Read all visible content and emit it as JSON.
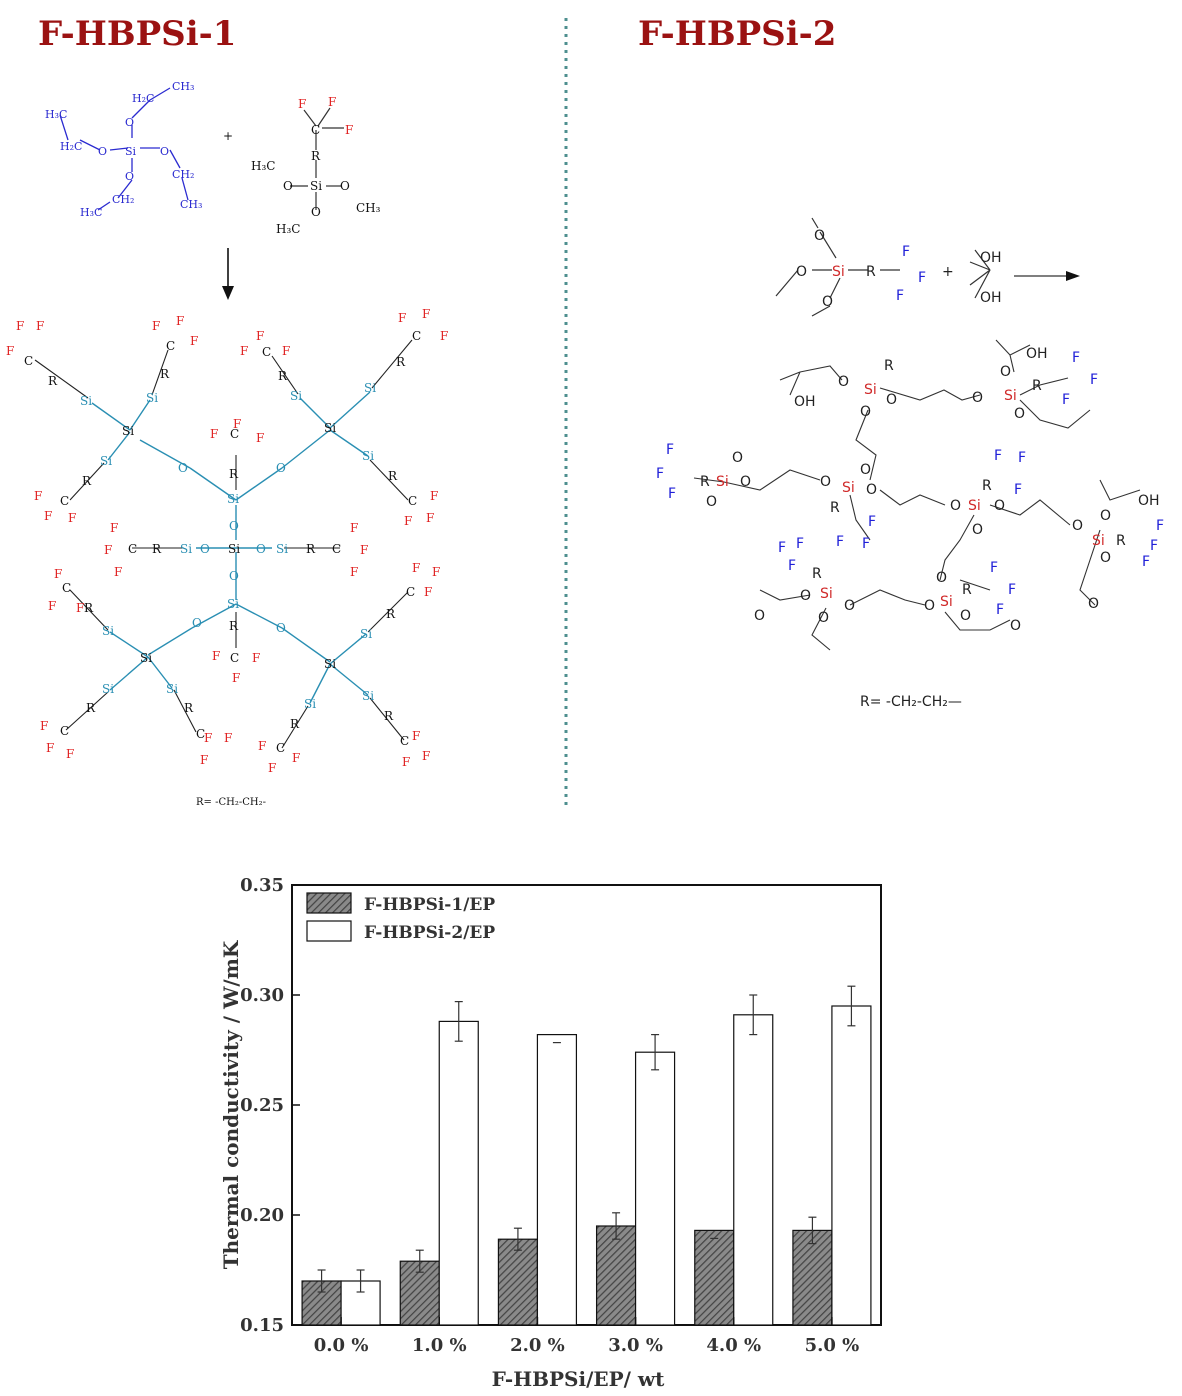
{
  "scheme": {
    "left_title": "F-HBPSi-1",
    "right_title": "F-HBPSi-2",
    "left_r_def": "R= -CH₂-CH₂-",
    "right_r_def": "R= -CH₂-CH₂—"
  },
  "chart_data": {
    "type": "bar",
    "categories": [
      "0.0 %",
      "1.0 %",
      "2.0 %",
      "3.0 %",
      "4.0 %",
      "5.0 %"
    ],
    "series": [
      {
        "name": "F-HBPSi-1/EP",
        "values": [
          0.17,
          0.179,
          0.189,
          0.195,
          0.193,
          0.193
        ],
        "errors": [
          0.005,
          0.005,
          0.005,
          0.006,
          0.0,
          0.006
        ]
      },
      {
        "name": "F-HBPSi-2/EP",
        "values": [
          0.17,
          0.288,
          0.282,
          0.274,
          0.291,
          0.295
        ],
        "errors": [
          0.005,
          0.009,
          0.0,
          0.008,
          0.009,
          0.009
        ]
      }
    ],
    "xlabel": "F-HBPSi/EP/ wt",
    "ylabel": "Thermal conductivity / W/mK",
    "ylim": [
      0.15,
      0.35
    ],
    "yticks": [
      "0.15",
      "0.20",
      "0.25",
      "0.30",
      "0.35"
    ],
    "legend": "top-left",
    "grid": false,
    "colors": {
      "series1_fill": "#6a6a6a",
      "series2_fill": "#ffffff",
      "title": "#9b1212"
    }
  }
}
